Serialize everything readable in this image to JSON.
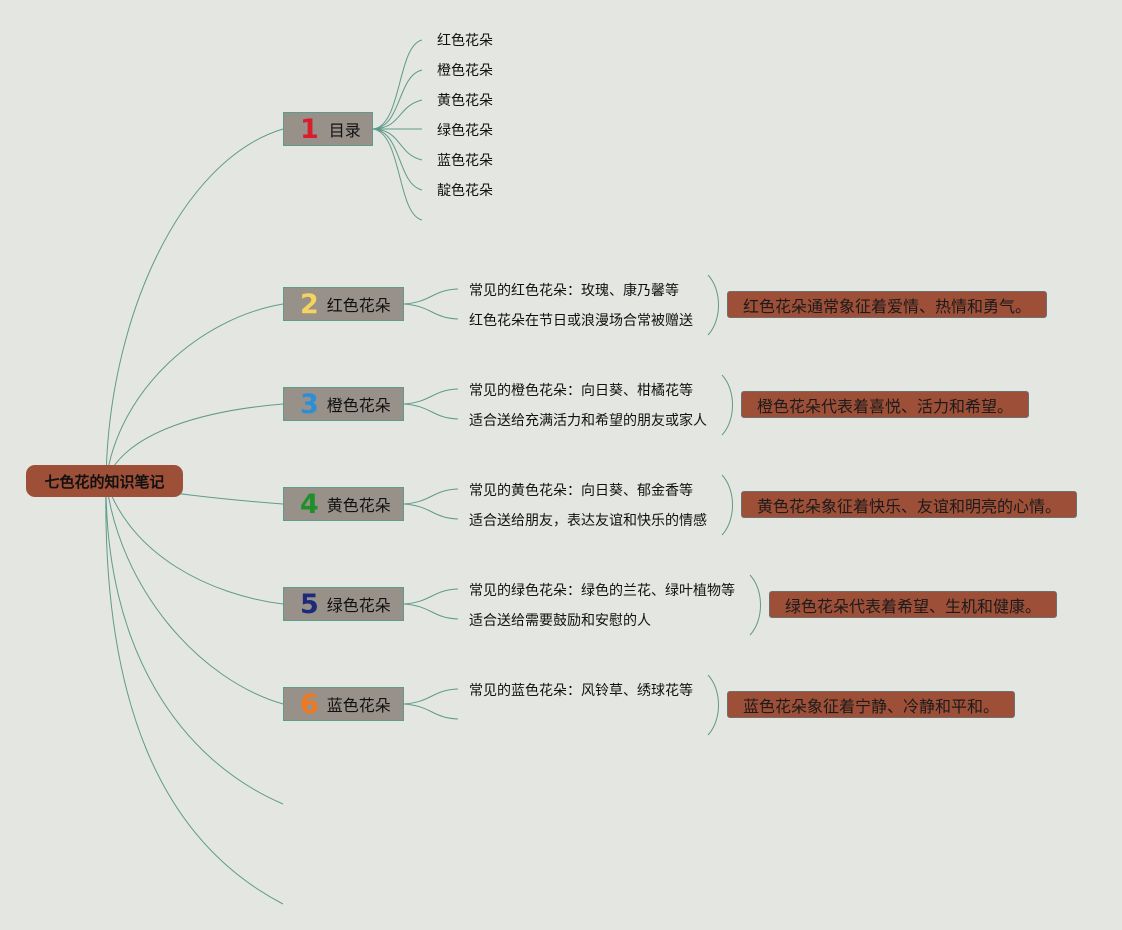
{
  "root": {
    "title": "七色花的知识笔记"
  },
  "colors": {
    "background": "#e4e6e2",
    "root_fill": "#9e4f38",
    "topic_fill": "#979189",
    "summary_fill": "#9e4f38",
    "line": "#5f9b8a"
  },
  "topics": [
    {
      "number": "1",
      "number_color": "#d81e2c",
      "label": "目录",
      "items": [
        "红色花朵",
        "橙色花朵",
        "黄色花朵",
        "绿色花朵",
        "蓝色花朵",
        "靛色花朵"
      ]
    },
    {
      "number": "2",
      "number_color": "#f4d35e",
      "label": "红色花朵",
      "details": [
        "常见的红色花朵：玫瑰、康乃馨等",
        "红色花朵在节日或浪漫场合常被赠送"
      ],
      "summary": "红色花朵通常象征着爱情、热情和勇气。"
    },
    {
      "number": "3",
      "number_color": "#2a8fd8",
      "label": "橙色花朵",
      "details": [
        "常见的橙色花朵：向日葵、柑橘花等",
        "适合送给充满活力和希望的朋友或家人"
      ],
      "summary": "橙色花朵代表着喜悦、活力和希望。"
    },
    {
      "number": "4",
      "number_color": "#1f8f2a",
      "label": "黄色花朵",
      "details": [
        "常见的黄色花朵：向日葵、郁金香等",
        "适合送给朋友，表达友谊和快乐的情感"
      ],
      "summary": "黄色花朵象征着快乐、友谊和明亮的心情。"
    },
    {
      "number": "5",
      "number_color": "#1c2a7a",
      "label": "绿色花朵",
      "details": [
        "常见的绿色花朵：绿色的兰花、绿叶植物等",
        "适合送给需要鼓励和安慰的人"
      ],
      "summary": "绿色花朵代表着希望、生机和健康。"
    },
    {
      "number": "6",
      "number_color": "#f07820",
      "label": "蓝色花朵",
      "details": [
        "常见的蓝色花朵：风铃草、绣球花等"
      ],
      "summary": "蓝色花朵象征着宁静、冷静和平和。"
    }
  ]
}
